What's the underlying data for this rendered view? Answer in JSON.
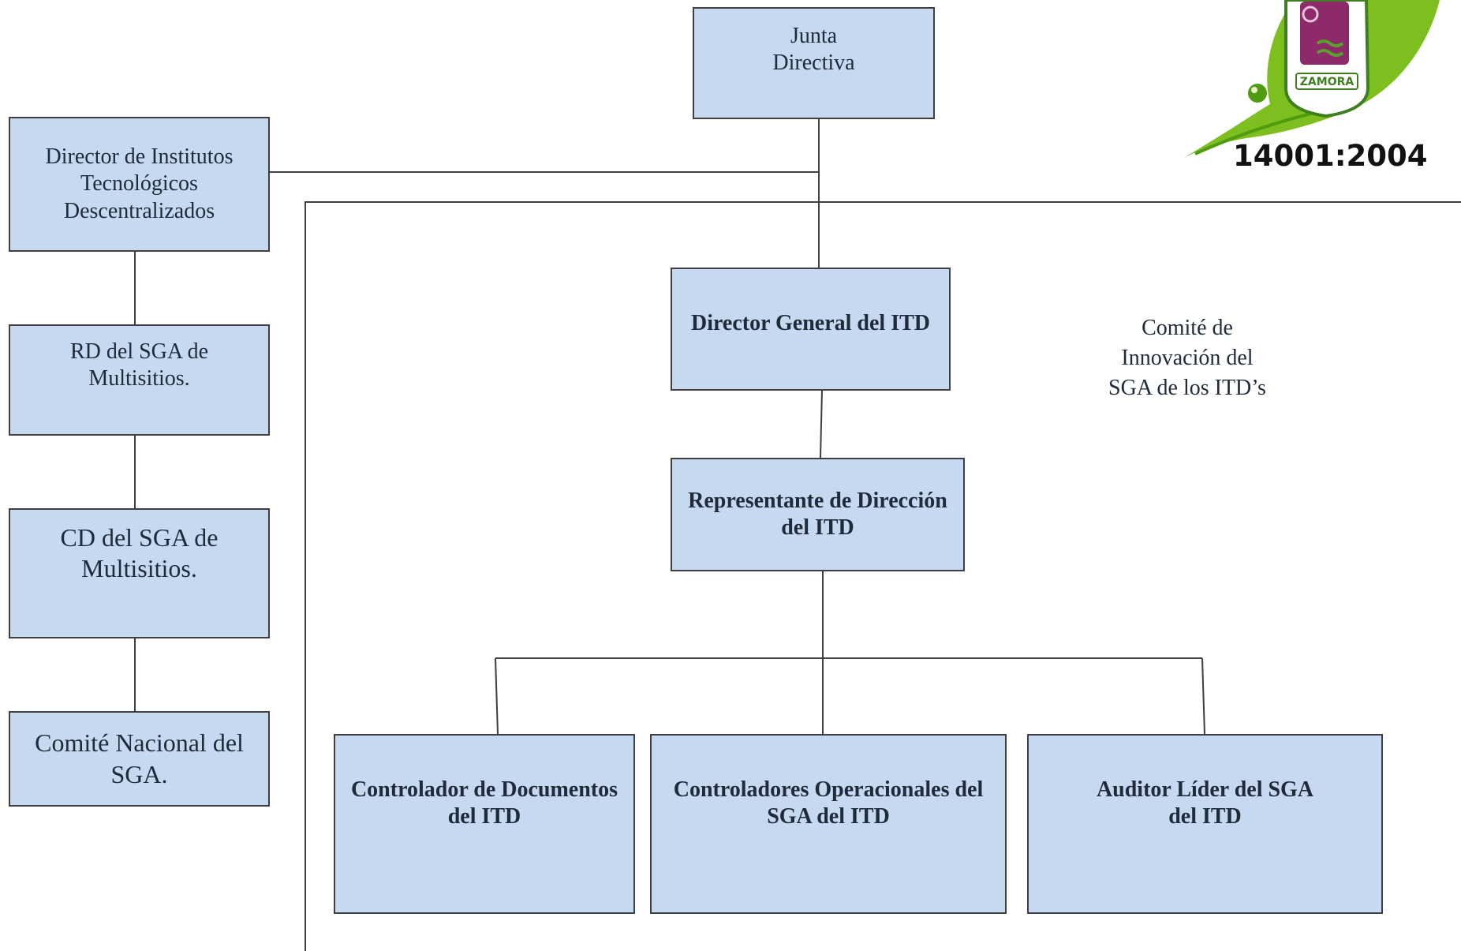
{
  "logo": {
    "institution": "ZAMORA",
    "standard": "14001:2004"
  },
  "nodes": {
    "junta": [
      "Junta",
      "Directiva"
    ],
    "director_institutos": [
      "Director de Institutos",
      "Tecnológicos",
      "Descentralizados"
    ],
    "rd_sga": [
      "RD del SGA  de",
      "Multisitios."
    ],
    "cd_sga": [
      "CD del SGA de",
      "Multisitios."
    ],
    "comite_nacional": [
      "Comité Nacional del",
      "SGA."
    ],
    "director_general": [
      "Director General del ITD"
    ],
    "representante": [
      "Representante de Dirección",
      "del ITD"
    ],
    "controlador_documentos": [
      "Controlador de Documentos",
      "del ITD"
    ],
    "controladores_operacionales": [
      "Controladores Operacionales  del",
      "SGA del ITD"
    ],
    "auditor": [
      "Auditor Líder  del SGA",
      "del ITD"
    ]
  },
  "committee_label": [
    "Comité de",
    "Innovación del",
    "SGA de los ITD’s"
  ],
  "colors": {
    "box_fill": "#c6d9f1",
    "box_border": "#3f3f3f",
    "line": "#3f3f3f",
    "text": "#1f2a3a"
  }
}
